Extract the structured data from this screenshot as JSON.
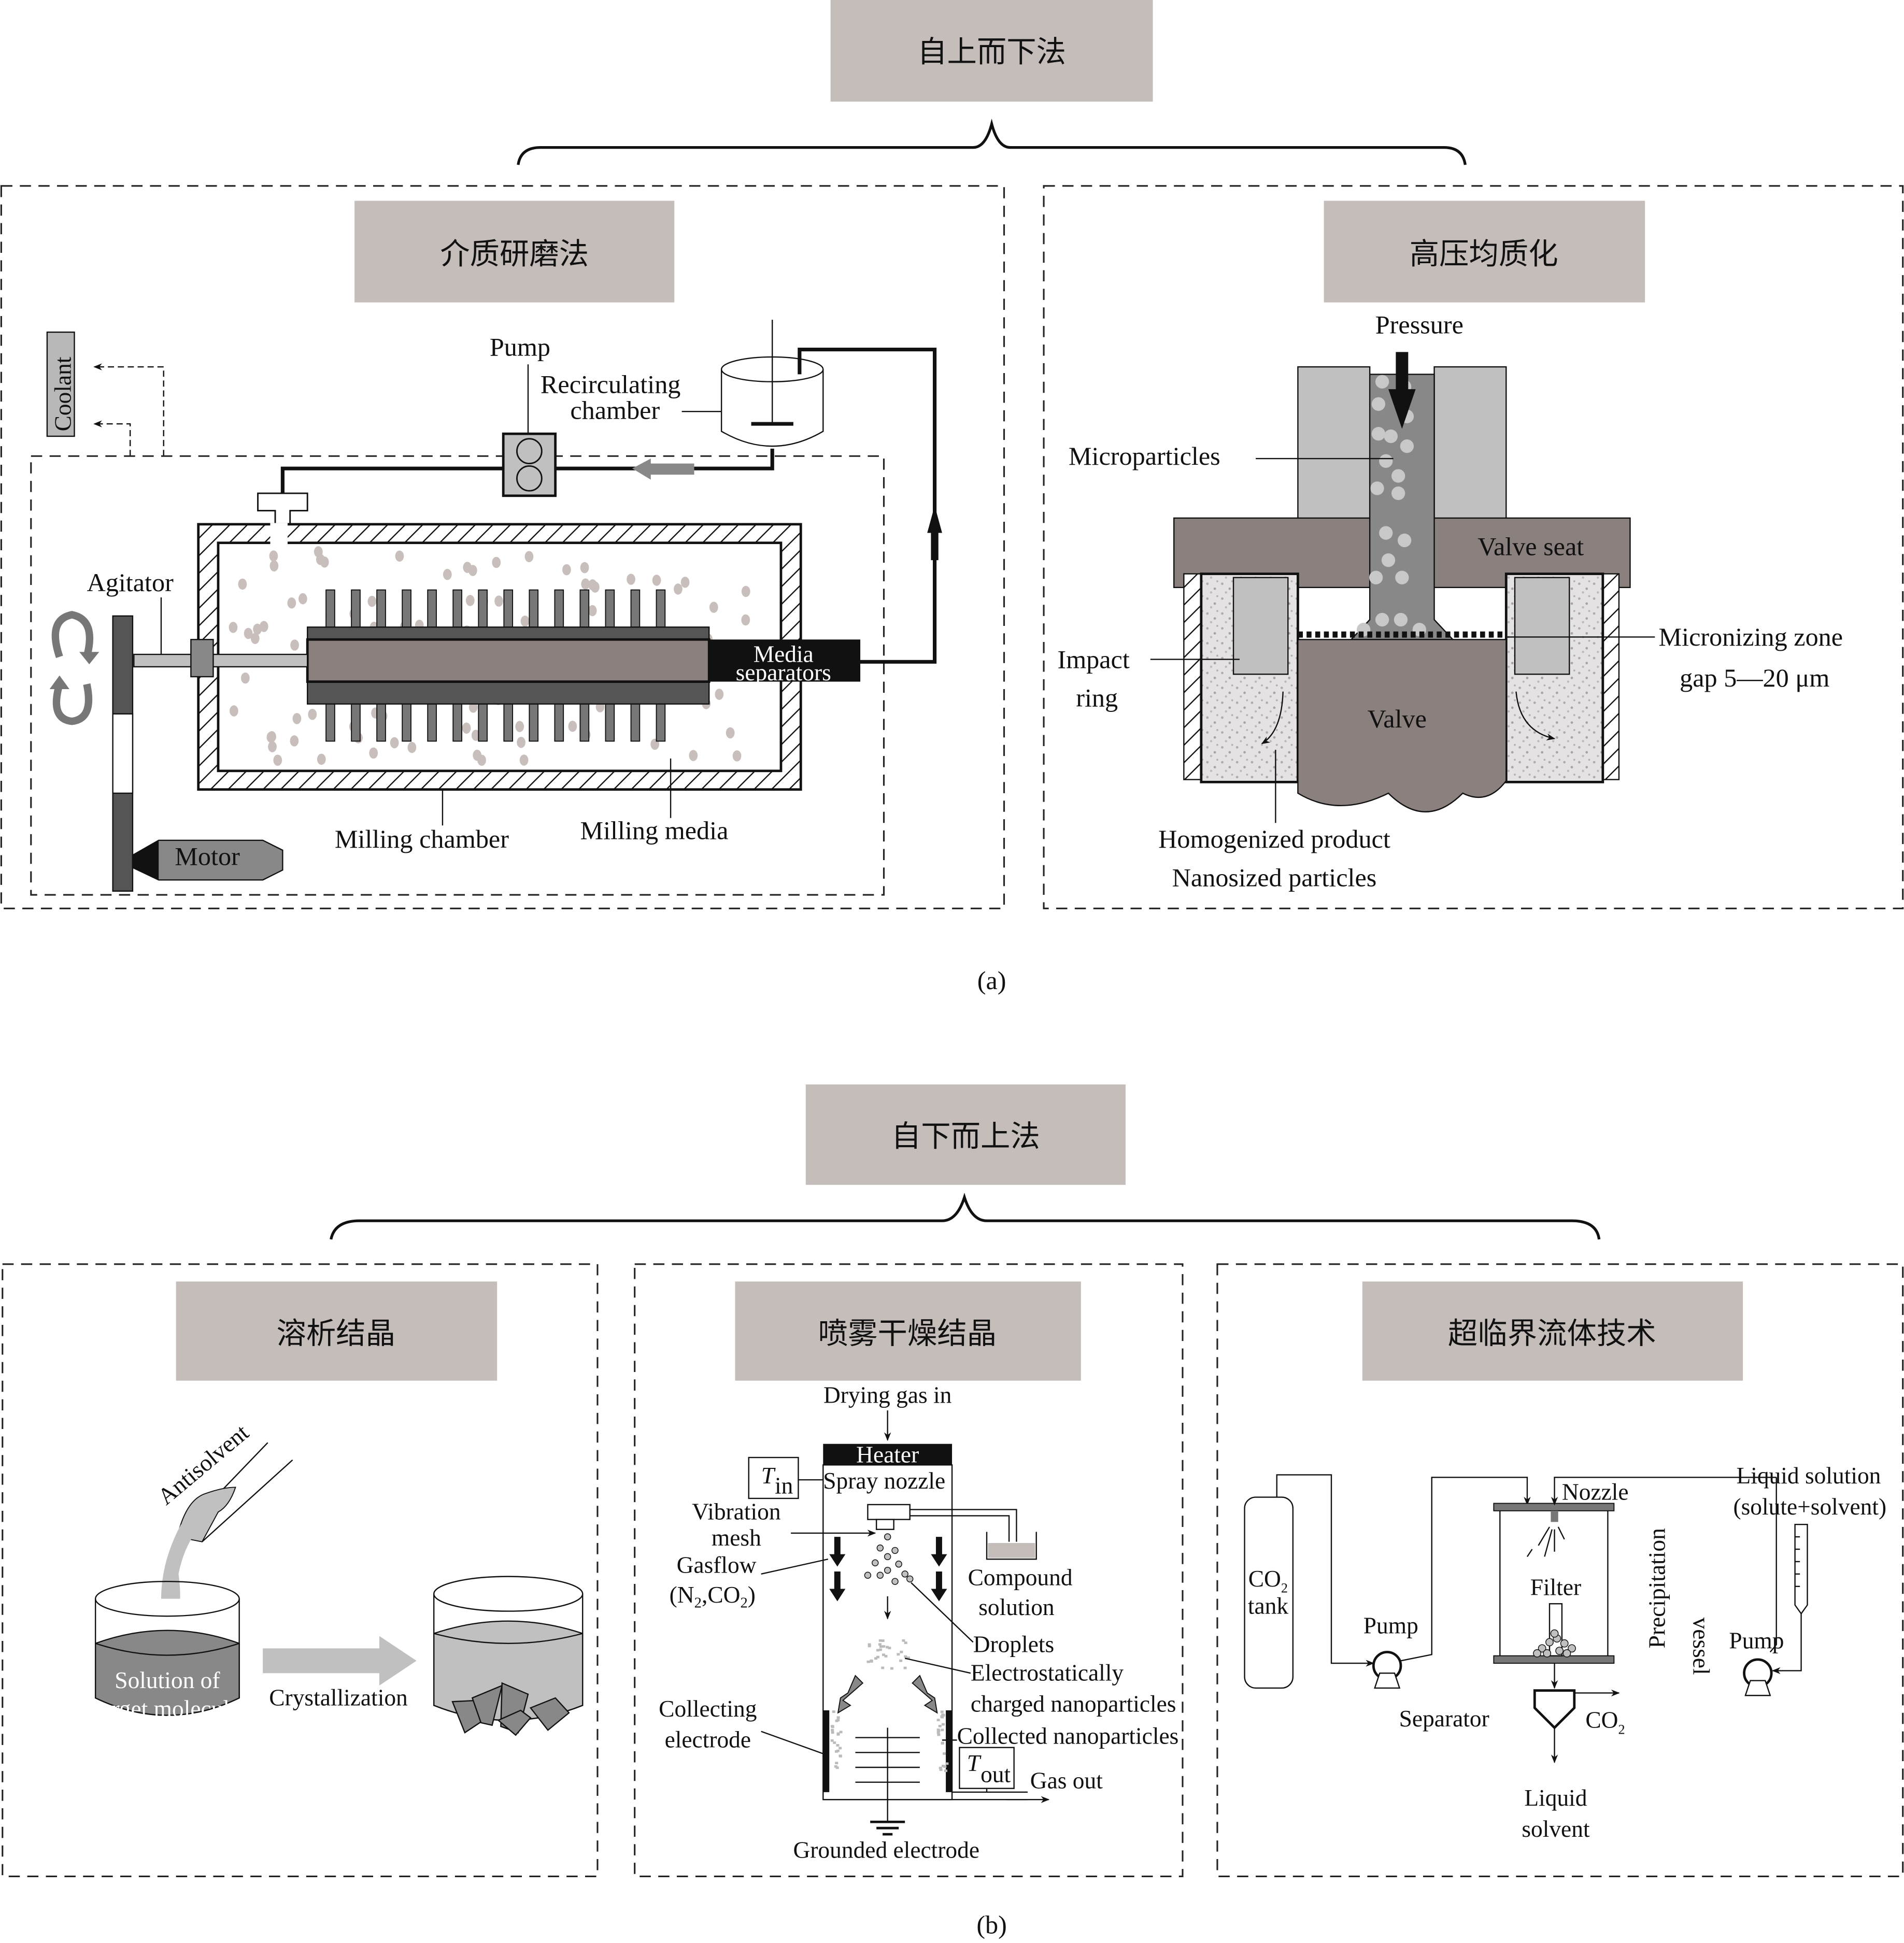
{
  "colors": {
    "title_box": "#c4bdba",
    "dark_grey": "#555555",
    "mid_grey": "#888888",
    "light_grey": "#c0c0c0",
    "valve_brown": "#8a807e",
    "particle": "#c8bfbc",
    "black": "#111111"
  },
  "part_a": {
    "header": "自上而下法",
    "caption": "(a)",
    "media_milling": {
      "title": "介质研磨法",
      "labels": {
        "coolant": "Coolant",
        "pump": "Pump",
        "recirculating_1": "Recirculating",
        "recirculating_2": "chamber",
        "agitator": "Agitator",
        "media_sep_1": "Media",
        "media_sep_2": "separators",
        "milling_chamber": "Milling chamber",
        "milling_media": "Milling media",
        "motor": "Motor"
      }
    },
    "hph": {
      "title": "高压均质化",
      "labels": {
        "pressure": "Pressure",
        "microparticles": "Microparticles",
        "valve_seat": "Valve seat",
        "impact_1": "Impact",
        "impact_2": "ring",
        "micronizing_1": "Micronizing zone",
        "micronizing_2": "gap 5—20 μm",
        "valve": "Valve",
        "homogenized": "Homogenized product",
        "nanosized": "Nanosized particles"
      }
    }
  },
  "part_b": {
    "header": "自下而上法",
    "caption": "(b)",
    "antisolvent": {
      "title": "溶析结晶",
      "labels": {
        "antisolvent": "Antisolvent",
        "solution_1": "Solution of",
        "solution_2": "target molecule",
        "crystallization": "Crystallization"
      }
    },
    "spray": {
      "title": "喷雾干燥结晶",
      "labels": {
        "drying_gas": "Drying gas in",
        "heater": "Heater",
        "t_in": "T",
        "t_in_sub": "in",
        "spray_nozzle": "Spray nozzle",
        "vibration_1": "Vibration",
        "vibration_2": "mesh",
        "gasflow_1": "Gasflow",
        "gasflow_2": "(N",
        "gasflow_sub1": "2",
        "gasflow_3": ",CO",
        "gasflow_sub2": "2",
        "gasflow_4": ")",
        "compound_1": "Compound",
        "compound_2": "solution",
        "droplets": "Droplets",
        "electro_1": "Electrostatically",
        "electro_2": "charged nanoparticles",
        "collected": "Collected nanoparticles",
        "collecting_1": "Collecting",
        "collecting_2": "electrode",
        "t_out": "T",
        "t_out_sub": "out",
        "gas_out": "Gas out",
        "grounded": "Grounded electrode"
      }
    },
    "scf": {
      "title": "超临界流体技术",
      "labels": {
        "co2": "CO",
        "co2_sub": "2",
        "tank": "tank",
        "pump_left": "Pump",
        "nozzle": "Nozzle",
        "filter": "Filter",
        "precip_1": "Precipitation",
        "precip_2": "vessel",
        "liquid_sol_1": "Liquid solution",
        "liquid_sol_2": "(solute+solvent)",
        "pump_right": "Pump",
        "separator": "Separator",
        "co2_out": "CO",
        "co2_out_sub": "2",
        "liquid_solvent_1": "Liquid",
        "liquid_solvent_2": "solvent"
      }
    }
  }
}
